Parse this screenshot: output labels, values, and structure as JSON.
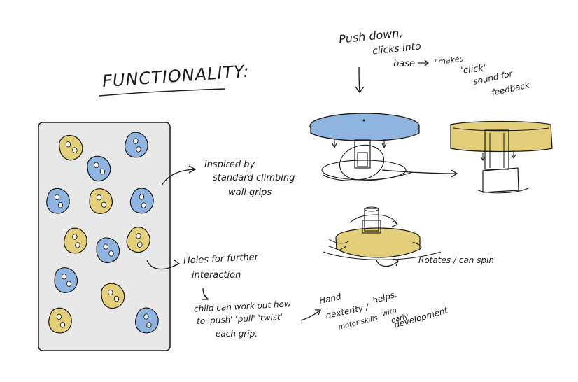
{
  "title": "FUNCTIONALITY:",
  "annotations": {
    "inspired_line1": "inspired by",
    "inspired_line2": "standard climbing",
    "inspired_line3": "wall grips",
    "holes_line1": "Holes for further",
    "holes_line2": "interaction",
    "child_line1": "child can work out how",
    "child_line2": "to 'push' 'pull' 'twist'",
    "child_line3": "each grip.",
    "hand_line1": "Hand",
    "hand_line2": "dexterity /",
    "hand_line3": "motor skills",
    "helps": "helps.",
    "with": "with",
    "early": "early",
    "development": "development",
    "push_line1": "Push down,",
    "push_line2": "clicks into",
    "push_line3": "base",
    "makes_line1": "\"makes",
    "makes_line2": "\"click\"",
    "makes_line3": "sound for",
    "makes_line4": "feedback",
    "rotates": "Rotates / can spin"
  },
  "colors": {
    "blue_grip": "#8fb4df",
    "yellow_grip": "#e3cf7a",
    "board": "#e8e8e8",
    "ink": "#1a1a1a"
  }
}
